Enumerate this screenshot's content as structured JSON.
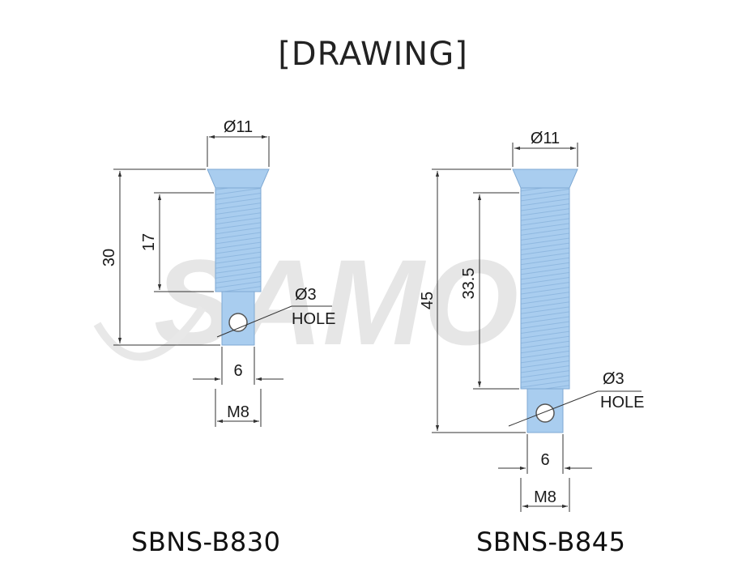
{
  "title": "[DRAWING]",
  "watermark": "SAMO",
  "colors": {
    "part_fill": "#a9cdef",
    "part_stroke": "#7fa9d3",
    "dim_line": "#333333"
  },
  "parts": [
    {
      "caption": "SBNS-B830",
      "dims": {
        "head_dia": "Ø11",
        "length": "30",
        "thread": "17",
        "hole": "Ø3",
        "hole_label": "HOLE",
        "tip_width": "6",
        "thread_size": "M8"
      }
    },
    {
      "caption": "SBNS-B845",
      "dims": {
        "head_dia": "Ø11",
        "length": "45",
        "thread": "33.5",
        "hole": "Ø3",
        "hole_label": "HOLE",
        "tip_width": "6",
        "thread_size": "M8"
      }
    }
  ]
}
